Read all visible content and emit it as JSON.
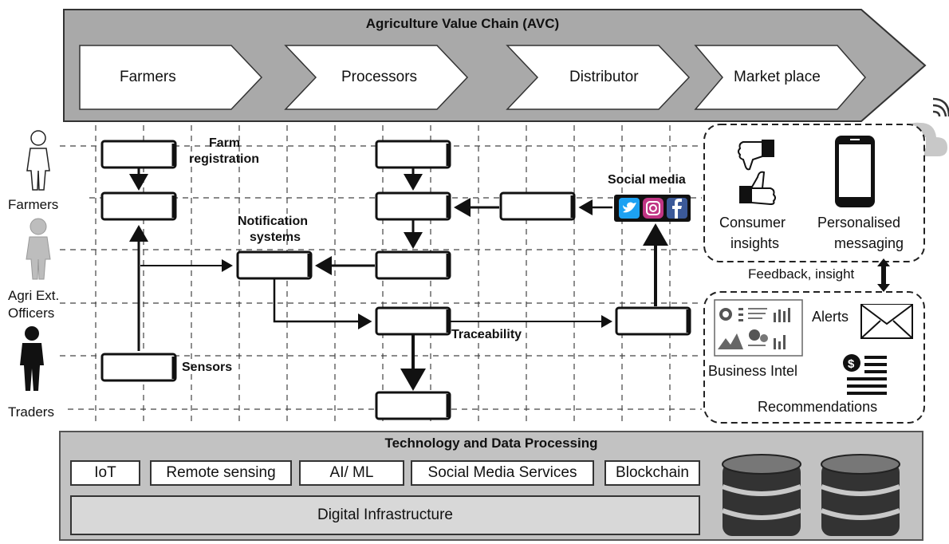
{
  "avc": {
    "title": "Agriculture Value Chain (AVC)",
    "stages": [
      "Farmers",
      "Processors",
      "Distributor",
      "Market place"
    ]
  },
  "actors": {
    "farmers": "Farmers",
    "agri_officers_line1": "Agri Ext.",
    "agri_officers_line2": "Officers",
    "traders": "Traders"
  },
  "process": {
    "farm_registration_line1": "Farm",
    "farm_registration_line2": "registration",
    "notification_line1": "Notification",
    "notification_line2": "systems",
    "sensors": "Sensors",
    "traceability": "Traceability",
    "social_media": "Social media"
  },
  "insights_panel": {
    "consumer_line1": "Consumer",
    "consumer_line2": "insights",
    "personalised_line1": "Personalised",
    "personalised_line2": "messaging"
  },
  "feedback": "Feedback, insight",
  "outputs_panel": {
    "alerts": "Alerts",
    "business_intel": "Business Intel",
    "recommendations": "Recommendations"
  },
  "tech": {
    "title": "Technology and Data Processing",
    "items": [
      "IoT",
      "Remote sensing",
      "AI/ ML",
      "Social Media Services",
      "Blockchain"
    ],
    "infrastructure": "Digital Infrastructure"
  },
  "colors": {
    "band_fill": "#a9a9a9",
    "panel_fill": "#c2c2c2",
    "twitter": "#1da1f2",
    "instagram": "#c13584",
    "facebook": "#3b5998"
  },
  "icons": [
    "person-outline-icon",
    "person-gray-icon",
    "person-black-icon",
    "cloud-wifi-icon",
    "thumbs-up-down-icon",
    "smartphone-icon",
    "dashboard-icon",
    "envelope-icon",
    "recommendation-list-icon",
    "database-icon",
    "twitter-icon",
    "instagram-icon",
    "facebook-icon"
  ]
}
